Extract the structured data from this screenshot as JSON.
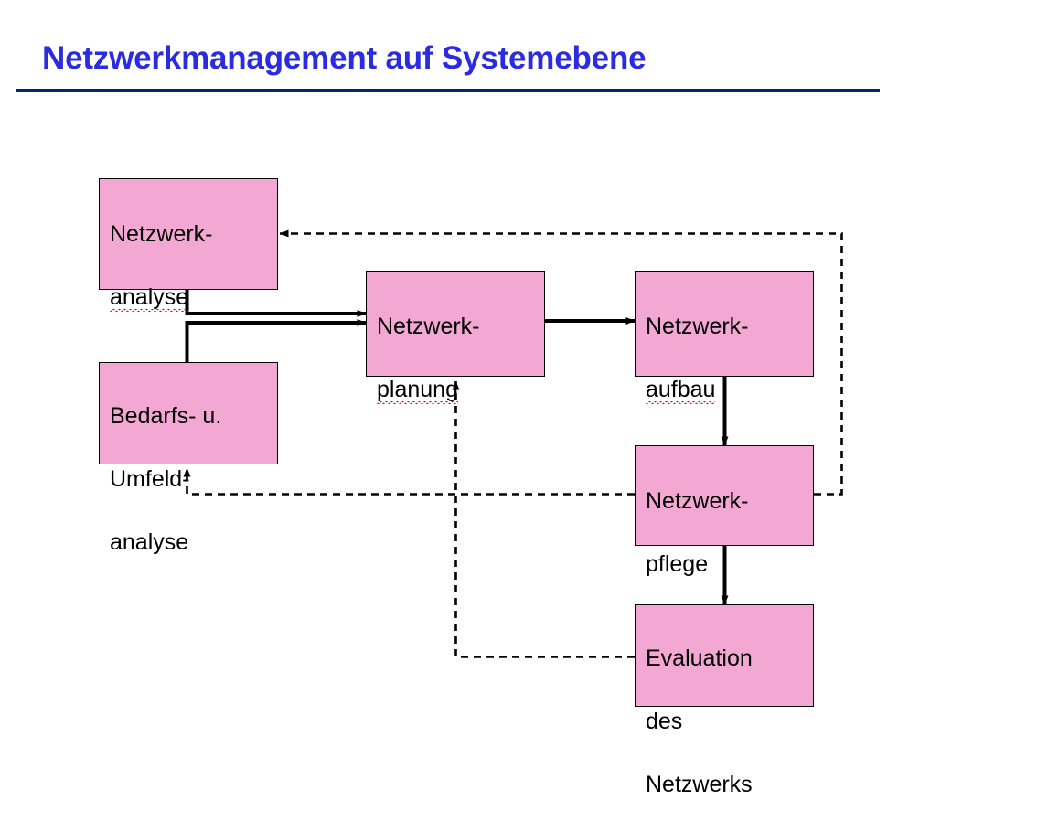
{
  "slide": {
    "title": "Netzwerkmanagement auf Systemebene",
    "title_color": "#2B2BE0",
    "rule_color": "#02276E",
    "background_color": "#FFFFFF"
  },
  "diagram": {
    "type": "flowchart",
    "node_fill_color": "#F2A8D2",
    "node_border_color": "#000000",
    "nodes": [
      {
        "id": "netzwerkanalyse",
        "lines": [
          "Netzwerk-",
          "analyse"
        ],
        "misspelled_lines": [
          1
        ]
      },
      {
        "id": "bedarfsanalyse",
        "lines": [
          "Bedarfs- u.",
          "Umfeld-",
          "analyse"
        ],
        "misspelled_lines": []
      },
      {
        "id": "netzwerkplanung",
        "lines": [
          "Netzwerk-",
          "planung"
        ],
        "misspelled_lines": [
          1
        ]
      },
      {
        "id": "netzwerkaufbau",
        "lines": [
          "Netzwerk-",
          "aufbau"
        ],
        "misspelled_lines": [
          1
        ]
      },
      {
        "id": "netzwerkpflege",
        "lines": [
          "Netzwerk-",
          "pflege"
        ],
        "misspelled_lines": []
      },
      {
        "id": "evaluation",
        "lines": [
          "Evaluation",
          "des",
          "Netzwerks"
        ],
        "misspelled_lines": []
      }
    ],
    "edges": [
      {
        "id": "netzwerkanalyse-to-netzwerkplanung",
        "style": "solid",
        "from": "netzwerkanalyse",
        "to": "netzwerkplanung"
      },
      {
        "id": "bedarfsanalyse-to-netzwerkplanung",
        "style": "solid",
        "from": "bedarfsanalyse",
        "to": "netzwerkplanung"
      },
      {
        "id": "netzwerkplanung-to-netzwerkaufbau",
        "style": "solid",
        "from": "netzwerkplanung",
        "to": "netzwerkaufbau"
      },
      {
        "id": "netzwerkaufbau-to-netzwerkpflege",
        "style": "solid",
        "from": "netzwerkaufbau",
        "to": "netzwerkpflege"
      },
      {
        "id": "netzwerkpflege-to-evaluation",
        "style": "solid",
        "from": "netzwerkpflege",
        "to": "evaluation"
      },
      {
        "id": "netzwerkpflege-to-netzwerkanalyse",
        "style": "dashed",
        "from": "netzwerkpflege",
        "to": "netzwerkanalyse"
      },
      {
        "id": "netzwerkpflege-to-bedarfsanalyse",
        "style": "dashed",
        "from": "netzwerkpflege",
        "to": "bedarfsanalyse"
      },
      {
        "id": "evaluation-to-netzwerkplanung",
        "style": "dashed",
        "from": "evaluation",
        "to": "netzwerkplanung"
      }
    ]
  }
}
